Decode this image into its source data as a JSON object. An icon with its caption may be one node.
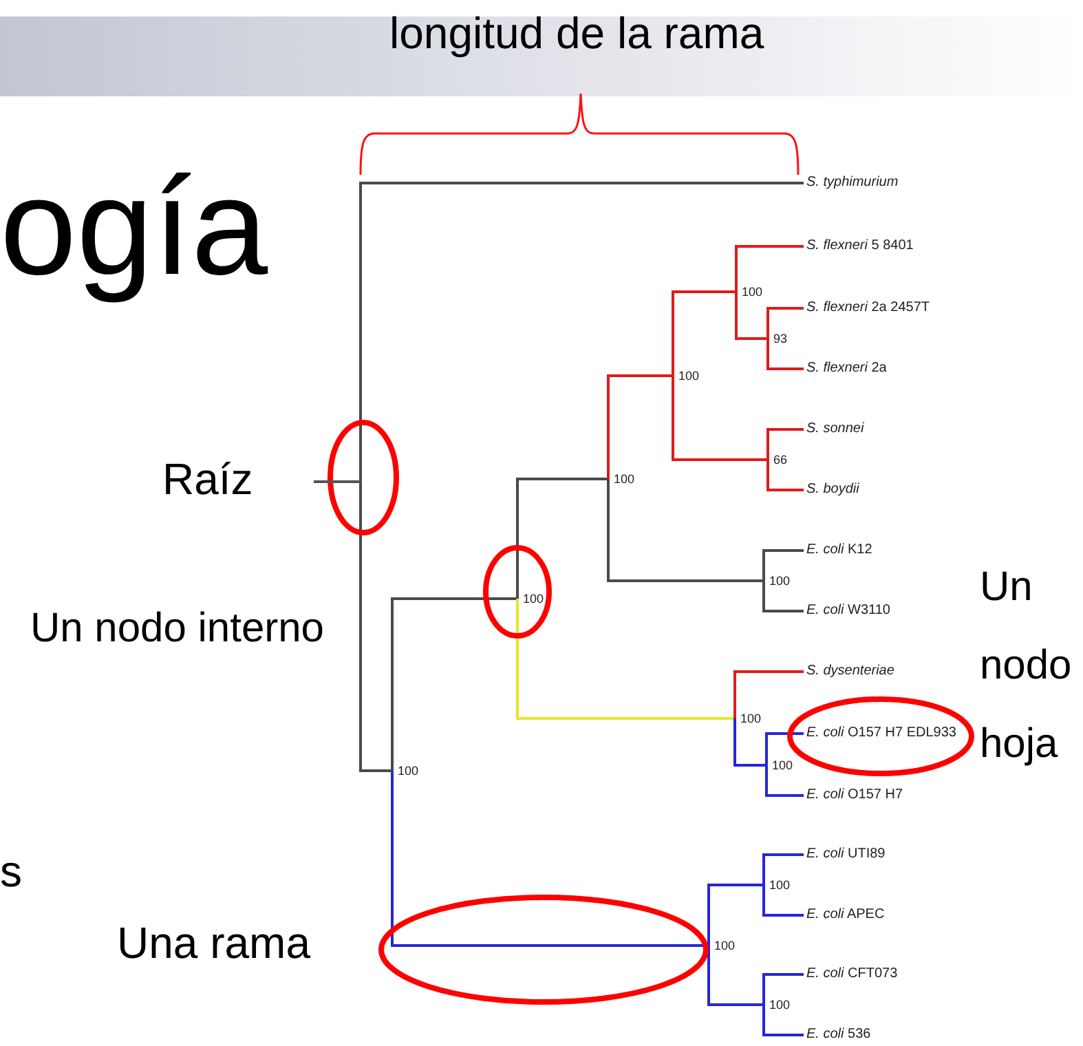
{
  "diagram": {
    "nodes": [
      {
        "text": [],
        "shape": "line"
      },
      {
        "text": [
          "*S. typhimurium*"
        ]
      },
      {
        "text": [
          "100"
        ]
      },
      {
        "text": [
          "100"
        ]
      },
      {
        "text": [
          "100"
        ]
      },
      {
        "text": [
          "100"
        ]
      },
      {
        "text": [
          "100"
        ]
      },
      {
        "text": [
          "*S. flexneri* 5 8401"
        ]
      },
      {
        "text": [
          "93"
        ]
      },
      {
        "text": [
          "*S. flexneri* 2a 2457T"
        ]
      },
      {
        "text": [
          "*S. flexneri* 2a"
        ]
      },
      {
        "text": [
          "66"
        ]
      },
      {
        "text": [
          "*S. sonnei*"
        ]
      },
      {
        "text": [
          "*S. boydii*"
        ]
      },
      {
        "text": [
          "100"
        ]
      },
      {
        "text": [
          "*E. coli* K12"
        ]
      },
      {
        "text": [
          "*E. coli* W3110"
        ]
      },
      {
        "text": [
          "100"
        ]
      },
      {
        "text": [
          "*S. dysenteriae*"
        ]
      },
      {
        "text": [
          "100"
        ]
      },
      {
        "text": [
          "*E. coli* O157 H7 EDL933"
        ]
      },
      {
        "text": [
          "*E. coli* O157 H7"
        ]
      },
      {
        "text": [
          "100"
        ]
      },
      {
        "text": [
          "100"
        ]
      },
      {
        "text": [
          "*E. coli* UTI89"
        ]
      },
      {
        "text": [
          "*E. coli* APEC"
        ]
      },
      {
        "text": [
          "100"
        ]
      },
      {
        "text": [
          "*E. coli* CFT073"
        ]
      },
      {
        "text": [
          "*E. coli* 536"
        ]
      }
    ],
    "edges": [
      {
        "from": 0,
        "to": 1,
        "arrow": "none",
        "color": "#4a4a4a"
      },
      {
        "from": 0,
        "to": 2,
        "arrow": "none",
        "color": "#4a4a4a"
      },
      {
        "from": 2,
        "to": 3,
        "arrow": "none",
        "color": "#4a4a4a"
      },
      {
        "from": 3,
        "to": 4,
        "arrow": "none",
        "color": "#4a4a4a"
      },
      {
        "from": 4,
        "to": 5,
        "arrow": "none",
        "color": "#e01b1b"
      },
      {
        "from": 5,
        "to": 6,
        "arrow": "none",
        "color": "#e01b1b"
      },
      {
        "from": 6,
        "to": 7,
        "arrow": "none",
        "color": "#e01b1b"
      },
      {
        "from": 6,
        "to": 8,
        "arrow": "none",
        "color": "#e01b1b"
      },
      {
        "from": 8,
        "to": 9,
        "arrow": "none",
        "color": "#e01b1b"
      },
      {
        "from": 8,
        "to": 10,
        "arrow": "none",
        "color": "#e01b1b"
      },
      {
        "from": 5,
        "to": 11,
        "arrow": "none",
        "color": "#e01b1b"
      },
      {
        "from": 11,
        "to": 12,
        "arrow": "none",
        "color": "#e01b1b"
      },
      {
        "from": 11,
        "to": 13,
        "arrow": "none",
        "color": "#e01b1b"
      },
      {
        "from": 4,
        "to": 14,
        "arrow": "none",
        "color": "#4a4a4a"
      },
      {
        "from": 14,
        "to": 15,
        "arrow": "none",
        "color": "#4a4a4a"
      },
      {
        "from": 14,
        "to": 16,
        "arrow": "none",
        "color": "#4a4a4a"
      },
      {
        "from": 3,
        "to": 17,
        "arrow": "none",
        "color": "#e6e62a"
      },
      {
        "from": 17,
        "to": 18,
        "arrow": "none",
        "color": "#e01b1b"
      },
      {
        "from": 17,
        "to": 19,
        "arrow": "none",
        "color": "#2626d9"
      },
      {
        "from": 19,
        "to": 20,
        "arrow": "none",
        "color": "#2626d9"
      },
      {
        "from": 19,
        "to": 21,
        "arrow": "none",
        "color": "#2626d9"
      },
      {
        "from": 2,
        "to": 22,
        "arrow": "none",
        "color": "#2626d9"
      },
      {
        "from": 22,
        "to": 23,
        "arrow": "none",
        "color": "#2626d9"
      },
      {
        "from": 23,
        "to": 24,
        "arrow": "none",
        "color": "#2626d9"
      },
      {
        "from": 23,
        "to": 25,
        "arrow": "none",
        "color": "#2626d9"
      },
      {
        "from": 22,
        "to": 26,
        "arrow": "none",
        "color": "#2626d9"
      },
      {
        "from": 26,
        "to": 27,
        "arrow": "none",
        "color": "#2626d9"
      },
      {
        "from": 26,
        "to": 28,
        "arrow": "none",
        "color": "#2626d9"
      }
    ],
    "labels": [
      "longitud de la rama",
      "ogía",
      "Raíz",
      "Un nodo hoja",
      "Un nodo interno",
      "s",
      "Una rama"
    ]
  }
}
